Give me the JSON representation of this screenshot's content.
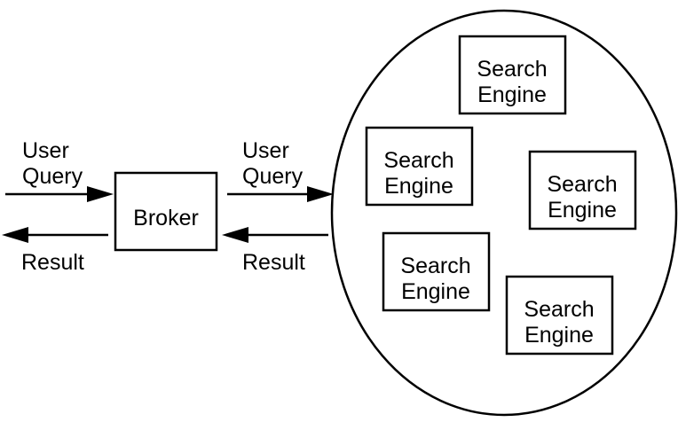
{
  "left_flow": {
    "query_line1": "User",
    "query_line2": "Query",
    "result_label": "Result"
  },
  "broker": {
    "label": "Broker"
  },
  "right_flow": {
    "query_line1": "User",
    "query_line2": "Query",
    "result_label": "Result"
  },
  "engines": [
    {
      "line1": "Search",
      "line2": "Engine"
    },
    {
      "line1": "Search",
      "line2": "Engine"
    },
    {
      "line1": "Search",
      "line2": "Engine"
    },
    {
      "line1": "Search",
      "line2": "Engine"
    },
    {
      "line1": "Search",
      "line2": "Engine"
    }
  ]
}
